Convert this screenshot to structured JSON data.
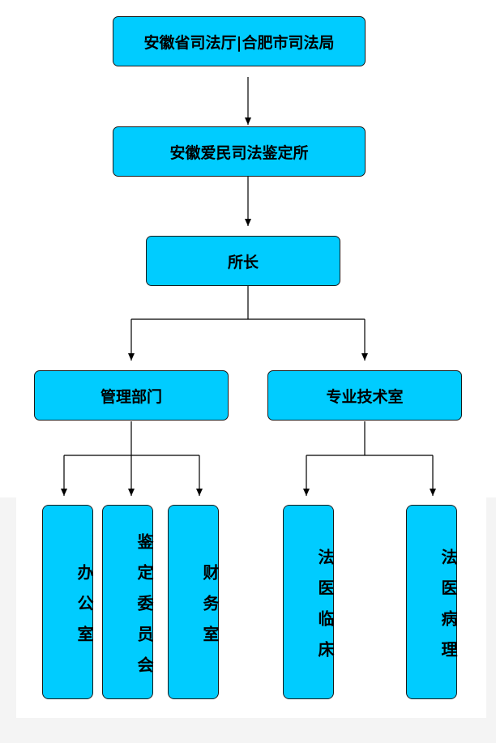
{
  "colors": {
    "box_fill": "#00ccff",
    "box_border": "#1a1a1a",
    "connector": "#000000"
  },
  "org": {
    "top": "安徽省司法厅|合肥市司法局",
    "institute": "安徽爱民司法鉴定所",
    "director": "所长",
    "management": "管理部门",
    "technical": "专业技术室",
    "office": "办公室",
    "committee": "鉴定委员会",
    "finance": "财务室",
    "clinical": "法医临床",
    "pathology": "法医病理"
  }
}
